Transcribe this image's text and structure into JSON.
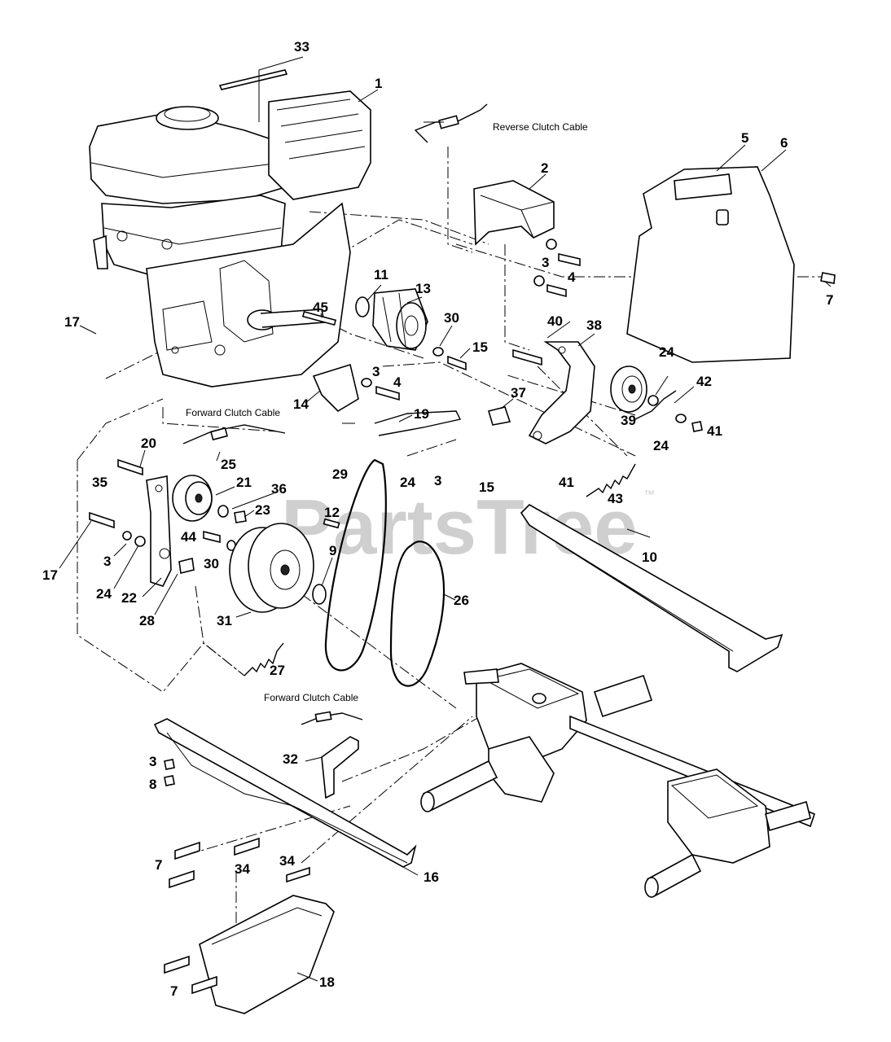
{
  "watermark": {
    "text": "PartsTree",
    "trademark": "™"
  },
  "cable_labels": {
    "reverse": "Reverse Clutch Cable",
    "forward_top": "Forward Clutch Cable",
    "forward_bottom": "Forward Clutch Cable"
  },
  "callouts": [
    {
      "id": "c33",
      "text": "33"
    },
    {
      "id": "c1",
      "text": "1"
    },
    {
      "id": "c2",
      "text": "2"
    },
    {
      "id": "c5",
      "text": "5"
    },
    {
      "id": "c6",
      "text": "6"
    },
    {
      "id": "c3a",
      "text": "3"
    },
    {
      "id": "c4a",
      "text": "4"
    },
    {
      "id": "c7a",
      "text": "7"
    },
    {
      "id": "c11",
      "text": "11"
    },
    {
      "id": "c13",
      "text": "13"
    },
    {
      "id": "c45",
      "text": "45"
    },
    {
      "id": "c17a",
      "text": "17"
    },
    {
      "id": "c30a",
      "text": "30"
    },
    {
      "id": "c15a",
      "text": "15"
    },
    {
      "id": "c40",
      "text": "40"
    },
    {
      "id": "c38",
      "text": "38"
    },
    {
      "id": "c3b",
      "text": "3"
    },
    {
      "id": "c4b",
      "text": "4"
    },
    {
      "id": "c24a",
      "text": "24"
    },
    {
      "id": "c42",
      "text": "42"
    },
    {
      "id": "c14",
      "text": "14"
    },
    {
      "id": "c37",
      "text": "37"
    },
    {
      "id": "c19",
      "text": "19"
    },
    {
      "id": "c39",
      "text": "39"
    },
    {
      "id": "c41a",
      "text": "41"
    },
    {
      "id": "c24b",
      "text": "24"
    },
    {
      "id": "c20",
      "text": "20"
    },
    {
      "id": "c25",
      "text": "25"
    },
    {
      "id": "c29",
      "text": "29"
    },
    {
      "id": "c35",
      "text": "35"
    },
    {
      "id": "c21",
      "text": "21"
    },
    {
      "id": "c36",
      "text": "36"
    },
    {
      "id": "c24c",
      "text": "24"
    },
    {
      "id": "c3c",
      "text": "3"
    },
    {
      "id": "c15b",
      "text": "15"
    },
    {
      "id": "c41b",
      "text": "41"
    },
    {
      "id": "c43",
      "text": "43"
    },
    {
      "id": "c23",
      "text": "23"
    },
    {
      "id": "c12",
      "text": "12"
    },
    {
      "id": "c44",
      "text": "44"
    },
    {
      "id": "c17b",
      "text": "17"
    },
    {
      "id": "c3d",
      "text": "3"
    },
    {
      "id": "c30b",
      "text": "30"
    },
    {
      "id": "c9",
      "text": "9"
    },
    {
      "id": "c10",
      "text": "10"
    },
    {
      "id": "c24d",
      "text": "24"
    },
    {
      "id": "c22",
      "text": "22"
    },
    {
      "id": "c26",
      "text": "26"
    },
    {
      "id": "c28",
      "text": "28"
    },
    {
      "id": "c31",
      "text": "31"
    },
    {
      "id": "c27",
      "text": "27"
    },
    {
      "id": "c32",
      "text": "32"
    },
    {
      "id": "c3e",
      "text": "3"
    },
    {
      "id": "c8",
      "text": "8"
    },
    {
      "id": "c7b",
      "text": "7"
    },
    {
      "id": "c34a",
      "text": "34"
    },
    {
      "id": "c34b",
      "text": "34"
    },
    {
      "id": "c16",
      "text": "16"
    },
    {
      "id": "c7c",
      "text": "7"
    },
    {
      "id": "c18",
      "text": "18"
    }
  ]
}
